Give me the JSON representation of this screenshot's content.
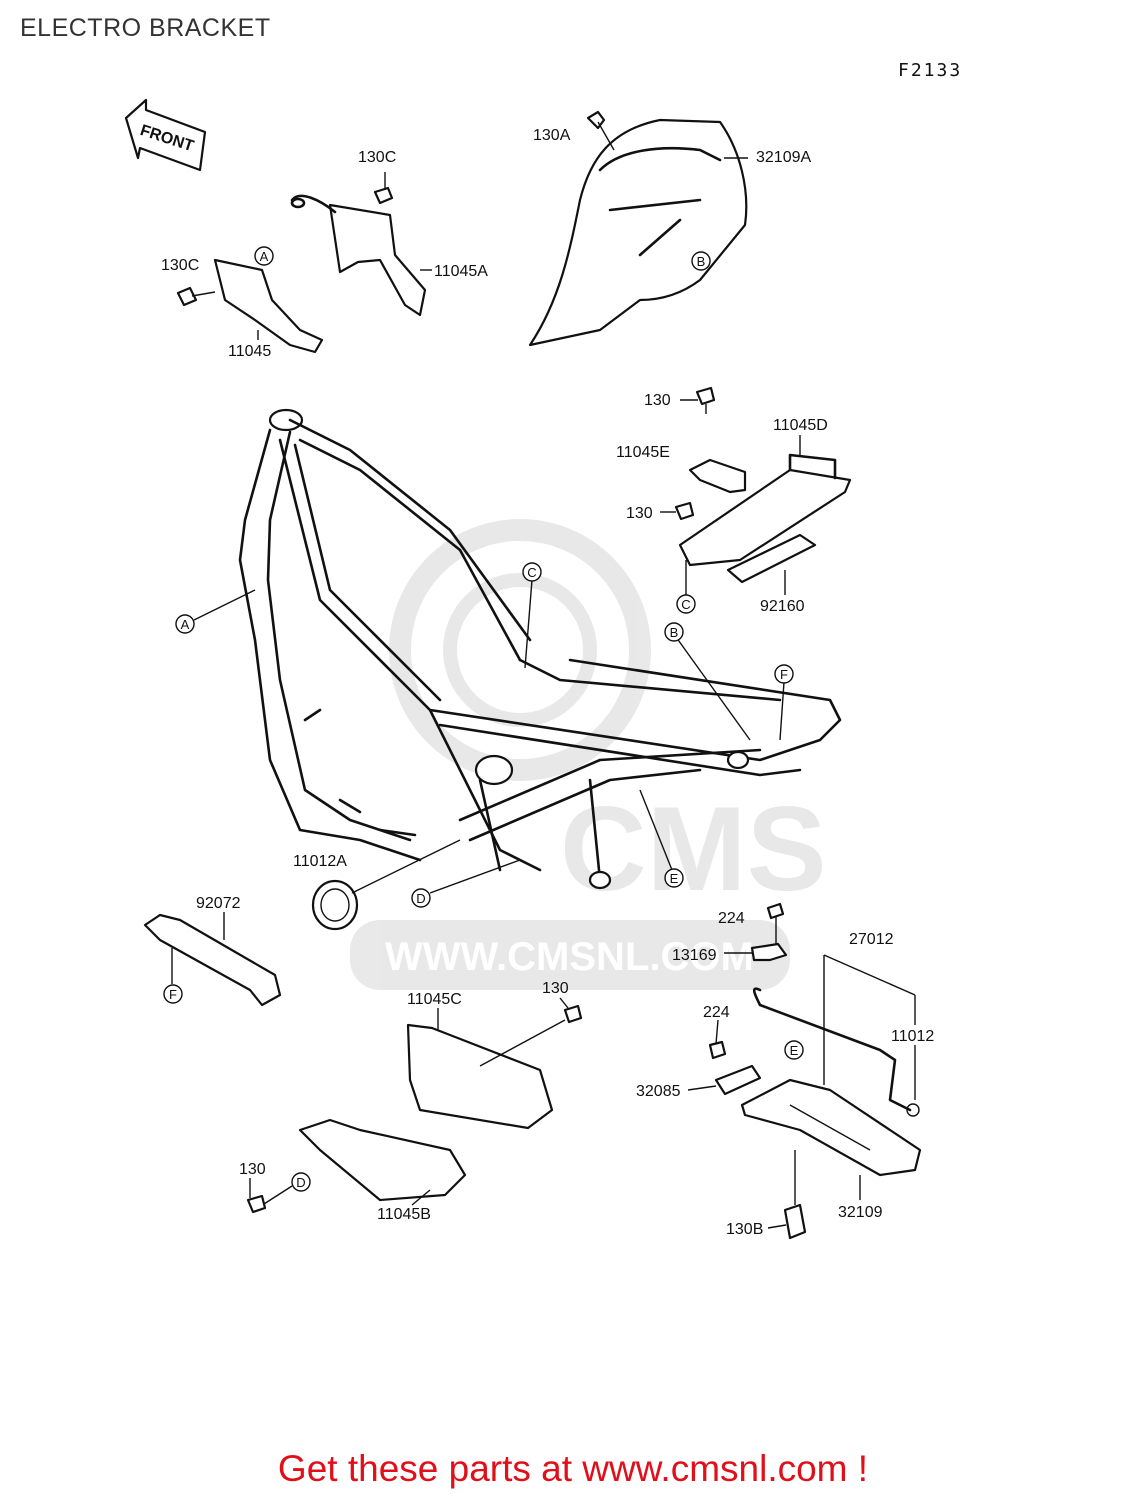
{
  "header": {
    "title": "ELECTRO BRACKET",
    "figure_code": "F2133"
  },
  "front_arrow": {
    "label": "FRONT"
  },
  "watermark": {
    "brand": "CMS",
    "url": "WWW.CMSNL.COM"
  },
  "part_labels": [
    "130A",
    "32109A",
    "130C",
    "11045A",
    "130C",
    "11045",
    "130",
    "11045D",
    "11045E",
    "130",
    "92160",
    "11012A",
    "92072",
    "224",
    "13169",
    "27012",
    "11045C",
    "130",
    "224",
    "11012",
    "32085",
    "130",
    "11045B",
    "32109",
    "130B"
  ],
  "ref_letters": [
    "A",
    "B",
    "A",
    "C",
    "C",
    "B",
    "F",
    "E",
    "D",
    "F",
    "E",
    "D"
  ],
  "footer": {
    "promo": "Get these parts at www.cmsnl.com !"
  }
}
